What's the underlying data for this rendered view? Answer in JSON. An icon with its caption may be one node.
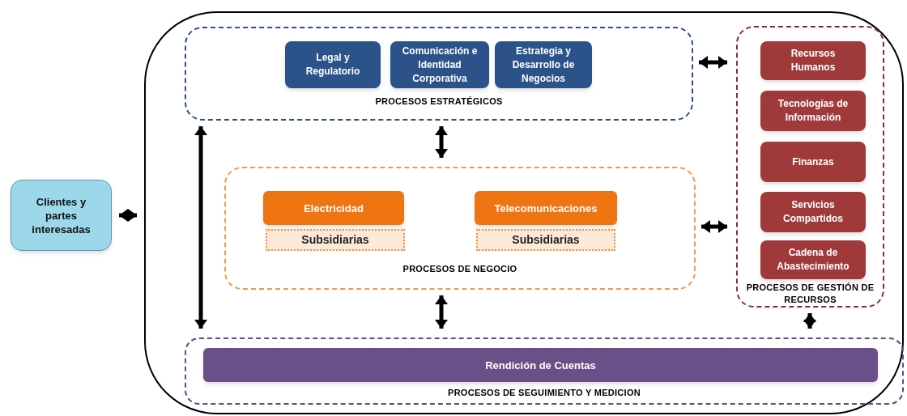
{
  "diagram": {
    "nodes": [
      {
        "text": [
          "Clientes y partes interesadas"
        ]
      },
      {
        "text": [],
        "shape": "box"
      },
      {
        "text": [
          "PROCESOS ESTRATÉGICOS"
        ],
        "in": 1
      },
      {
        "text": [
          "Legal y Regulatorio"
        ],
        "in": 2
      },
      {
        "text": [
          "Comunicación e Identidad Corporativa"
        ],
        "in": 2
      },
      {
        "text": [
          "Estrategia y Desarrollo de Negocios"
        ],
        "in": 2
      },
      {
        "text": [
          "PROCESOS DE NEGOCIO"
        ],
        "in": 1
      },
      {
        "text": [
          "Electricidad"
        ],
        "in": 6
      },
      {
        "text": [
          "Subsidiarias"
        ],
        "in": 6
      },
      {
        "text": [
          "Telecomunicaciones"
        ],
        "in": 6
      },
      {
        "text": [
          "Subsidiarias"
        ],
        "in": 6
      },
      {
        "text": [
          "PROCESOS DE GESTIÓN DE RECURSOS"
        ],
        "in": 1
      },
      {
        "text": [
          "Recursos Humanos"
        ],
        "in": 11
      },
      {
        "text": [
          "Tecnologías de Información"
        ],
        "in": 11
      },
      {
        "text": [
          "Finanzas"
        ],
        "in": 11
      },
      {
        "text": [
          "Servicios Compartidos"
        ],
        "in": 11
      },
      {
        "text": [
          "Cadena de Abastecimiento"
        ],
        "in": 11
      },
      {
        "text": [
          "PROCESOS DE SEGUIMIENTO Y MEDICION"
        ],
        "in": 1
      },
      {
        "text": [
          "Rendición de Cuentas"
        ],
        "in": 17
      }
    ],
    "edges": [
      {
        "from": 0,
        "to": 1,
        "arrow": "both"
      },
      {
        "from": 2,
        "to": 17,
        "arrow": "both"
      },
      {
        "from": 2,
        "to": 6,
        "arrow": "both"
      },
      {
        "from": 6,
        "to": 17,
        "arrow": "both"
      },
      {
        "from": 2,
        "to": 11,
        "arrow": "both"
      },
      {
        "from": 6,
        "to": 11,
        "arrow": "both"
      },
      {
        "from": 11,
        "to": 17,
        "arrow": "both"
      }
    ]
  }
}
